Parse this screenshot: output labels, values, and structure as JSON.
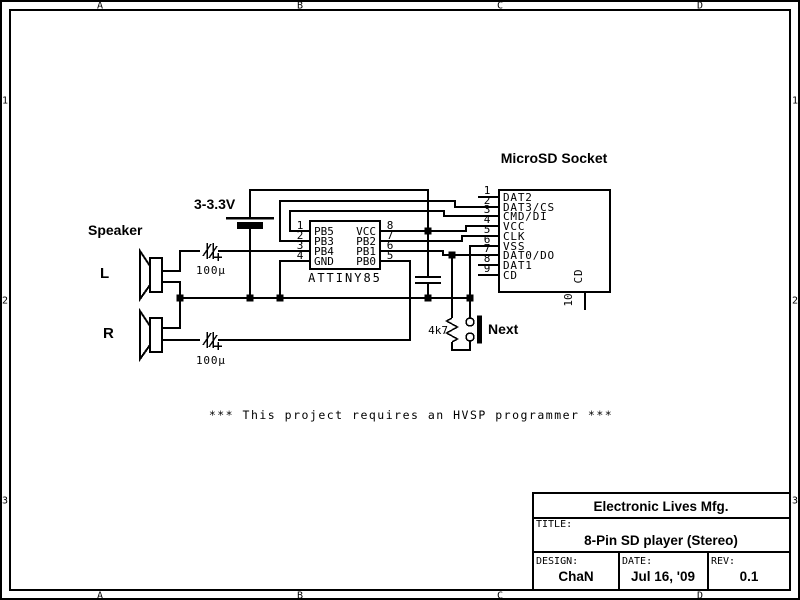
{
  "colors": {
    "ink": "#000000",
    "paper": "#ffffff"
  },
  "frame": {
    "cols": [
      "A",
      "B",
      "C",
      "D"
    ],
    "rows": [
      "1",
      "2",
      "3"
    ]
  },
  "note": "*** This project requires an HVSP programmer ***",
  "power": {
    "label": "3-3.3V"
  },
  "speaker": {
    "label": "Speaker",
    "left": "L",
    "right": "R",
    "cap_left": "100µ",
    "cap_right": "100µ"
  },
  "resistor": {
    "label": "4k7"
  },
  "button": {
    "label": "Next"
  },
  "ic": {
    "name": "ATTINY85",
    "left_pins": [
      {
        "num": "1",
        "label": "PB5"
      },
      {
        "num": "2",
        "label": "PB3"
      },
      {
        "num": "3",
        "label": "PB4"
      },
      {
        "num": "4",
        "label": "GND"
      }
    ],
    "right_pins": [
      {
        "num": "8",
        "label": "VCC"
      },
      {
        "num": "7",
        "label": "PB2"
      },
      {
        "num": "6",
        "label": "PB1"
      },
      {
        "num": "5",
        "label": "PB0"
      }
    ]
  },
  "socket": {
    "title": "MicroSD Socket",
    "pins": [
      {
        "num": "1",
        "label": "DAT2"
      },
      {
        "num": "2",
        "label": "DAT3/CS"
      },
      {
        "num": "3",
        "label": "CMD/DI"
      },
      {
        "num": "4",
        "label": "VCC"
      },
      {
        "num": "5",
        "label": "CLK"
      },
      {
        "num": "6",
        "label": "VSS"
      },
      {
        "num": "7",
        "label": "DAT0/DO"
      },
      {
        "num": "8",
        "label": "DAT1"
      },
      {
        "num": "9",
        "label": "CD"
      }
    ],
    "pin10": {
      "num": "10",
      "label": "CD"
    }
  },
  "title_block": {
    "company": "Electronic Lives Mfg.",
    "title_label": "TITLE:",
    "title": "8-Pin SD player (Stereo)",
    "design_label": "DESIGN:",
    "design": "ChaN",
    "date_label": "DATE:",
    "date": "Jul 16, '09",
    "rev_label": "REV:",
    "rev": "0.1"
  }
}
